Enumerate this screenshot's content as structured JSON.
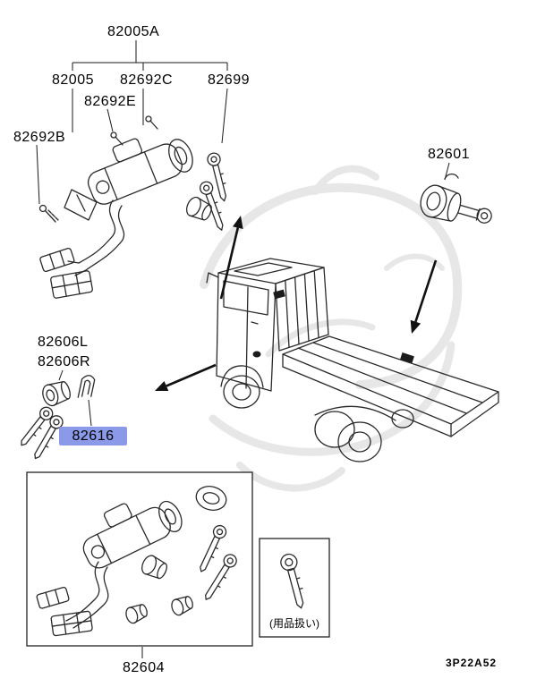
{
  "diagram": {
    "drawing_code": "3P22A52",
    "accessory_note": "(用品扱い)",
    "highlighted_part": "82616",
    "highlight_color": "#8a9ae8",
    "line_color": "#2a2a2a",
    "labels": {
      "l82005a": "82005A",
      "l82005": "82005",
      "l82692c": "82692C",
      "l82699": "82699",
      "l82692e": "82692E",
      "l82692b": "82692B",
      "l82601": "82601",
      "l82606l": "82606L",
      "l82606r": "82606R",
      "l82616": "82616",
      "l82604": "82604"
    }
  }
}
